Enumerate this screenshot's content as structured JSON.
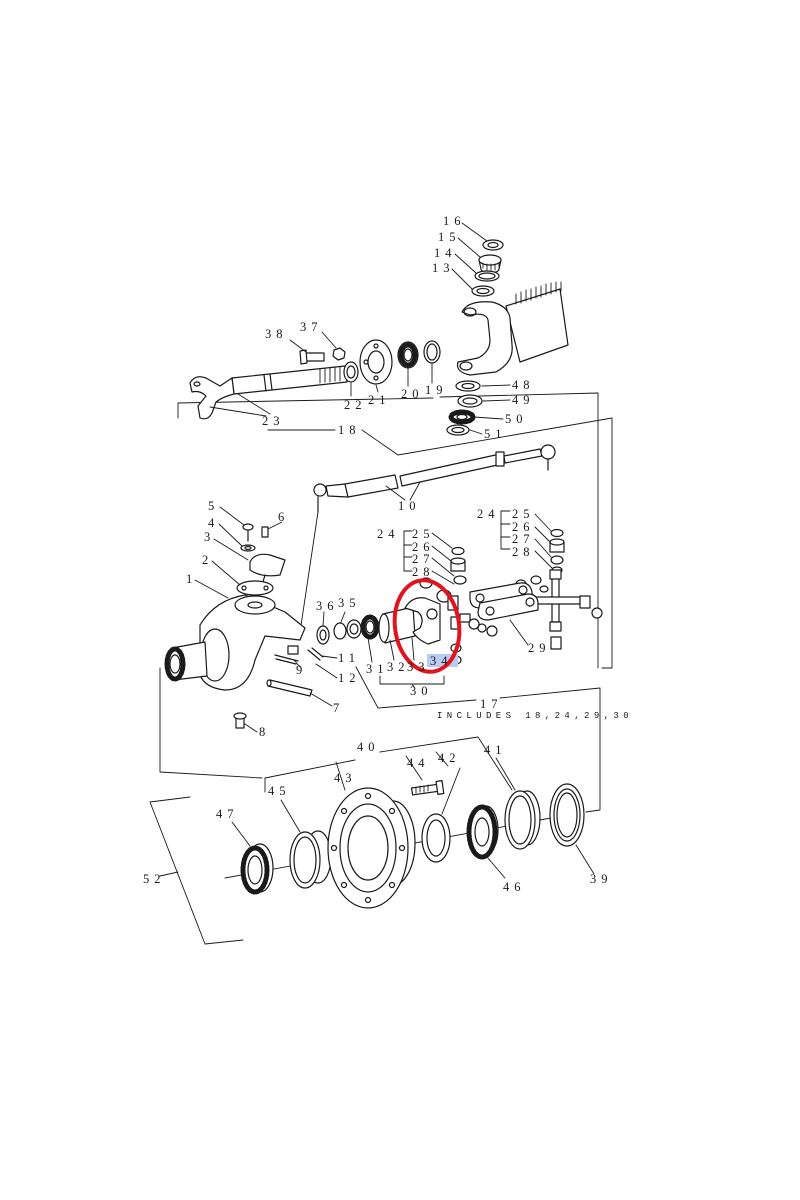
{
  "callouts": [
    "16",
    "15",
    "14",
    "13",
    "38",
    "37",
    "22",
    "21",
    "20",
    "19",
    "23",
    "18",
    "48",
    "49",
    "50",
    "51",
    "10",
    "5",
    "4",
    "6",
    "3",
    "2",
    "1",
    "24",
    "25",
    "26",
    "27",
    "28",
    "24",
    "25",
    "26",
    "27",
    "28",
    "36",
    "35",
    "11",
    "9",
    "12",
    "31",
    "32",
    "33",
    "34",
    "30",
    "17",
    "7",
    "8",
    "29",
    "40",
    "42",
    "41",
    "44",
    "43",
    "45",
    "47",
    "52",
    "46",
    "39"
  ],
  "note": "INCLUDES 18,24,29,30",
  "colors": {
    "ink": "#1a1a1a",
    "annotation_circle": "#e0141e",
    "highlight": "#b9cdf2"
  }
}
